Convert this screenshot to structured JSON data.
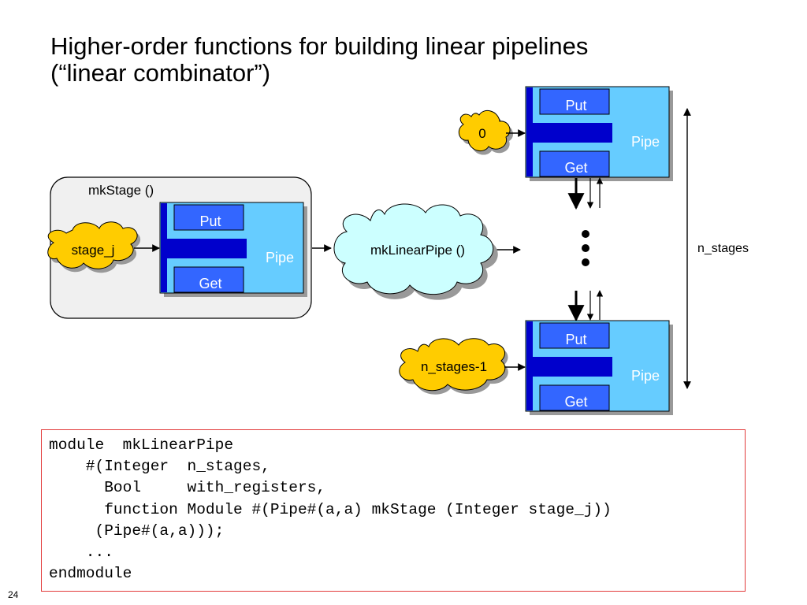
{
  "slide": {
    "title_line1": "Higher-order functions for building linear pipelines",
    "title_line2": "(“linear combinator”)",
    "page_number": "24"
  },
  "diagram": {
    "mkstage_label": "mkStage ()",
    "stage_j_label": "stage_j",
    "mklinearpipe_label": "mkLinearPipe ()",
    "zero_label": "0",
    "n_stages_minus_1_label": "n_stages-1",
    "n_stages_label": "n_stages",
    "put_label": "Put",
    "get_label": "Get",
    "pipe_label": "Pipe",
    "colors": {
      "pipe_fill": "#66ccff",
      "pipe_bar": "#0000cc",
      "stage_box_fill": "#f0f0f0",
      "cloud_yellow": "#ffcc00",
      "cloud_cyan": "#ccffff",
      "shadow": "#999999",
      "code_border": "#e23b3b"
    }
  },
  "code": {
    "lines": [
      "module  mkLinearPipe",
      "    #(Integer  n_stages,",
      "      Bool     with_registers,",
      "      function Module #(Pipe#(a,a) mkStage (Integer stage_j))",
      "     (Pipe#(a,a)));",
      "    ...",
      "endmodule"
    ]
  }
}
